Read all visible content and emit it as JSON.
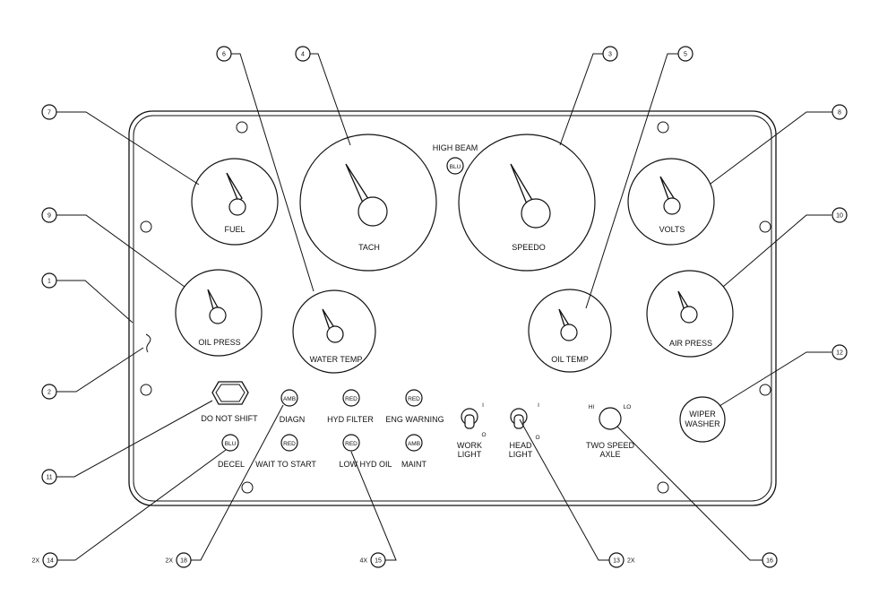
{
  "labels": {
    "high_beam": "HIGH BEAM",
    "fuel": "FUEL",
    "tach": "TACH",
    "speedo": "SPEEDO",
    "volts": "VOLTS",
    "oil_press": "OIL PRESS",
    "water_temp": "WATER TEMP",
    "oil_temp": "OIL TEMP",
    "air_press": "AIR PRESS",
    "wiper_washer_1": "WIPER",
    "wiper_washer_2": "WASHER",
    "do_not_shift": "DO NOT SHIFT",
    "diagn": "DIAGN",
    "hyd_filter": "HYD FILTER",
    "eng_warning": "ENG WARNING",
    "decel": "DECEL",
    "wait_to_start": "WAIT TO START",
    "low_hyd_oil": "LOW HYD OIL",
    "maint": "MAINT",
    "work_light_1": "WORK",
    "work_light_2": "LIGHT",
    "head_light_1": "HEAD",
    "head_light_2": "LIGHT",
    "two_speed_1": "TWO SPEED",
    "two_speed_2": "AXLE",
    "hi": "HI",
    "lo": "LO",
    "switch_on": "I",
    "switch_off": "O"
  },
  "lamps": {
    "high_beam": "BLU",
    "diagn": "AMB",
    "hyd_filter": "RED",
    "eng_warning": "RED",
    "decel": "BLU",
    "wait_to_start": "RED",
    "low_hyd_oil": "RED",
    "maint": "AMB"
  },
  "callouts": {
    "c1": "1",
    "c2": "2",
    "c3": "3",
    "c4": "4",
    "c5": "5",
    "c6": "6",
    "c7": "7",
    "c8": "8",
    "c9": "9",
    "c10": "10",
    "c11": "11",
    "c12": "12",
    "c13": "13",
    "c14": "14",
    "c15": "15",
    "c16": "16",
    "c18": "18"
  },
  "quantities": {
    "q14": "2X",
    "q18": "2X",
    "q15": "4X",
    "q13": "2X"
  }
}
